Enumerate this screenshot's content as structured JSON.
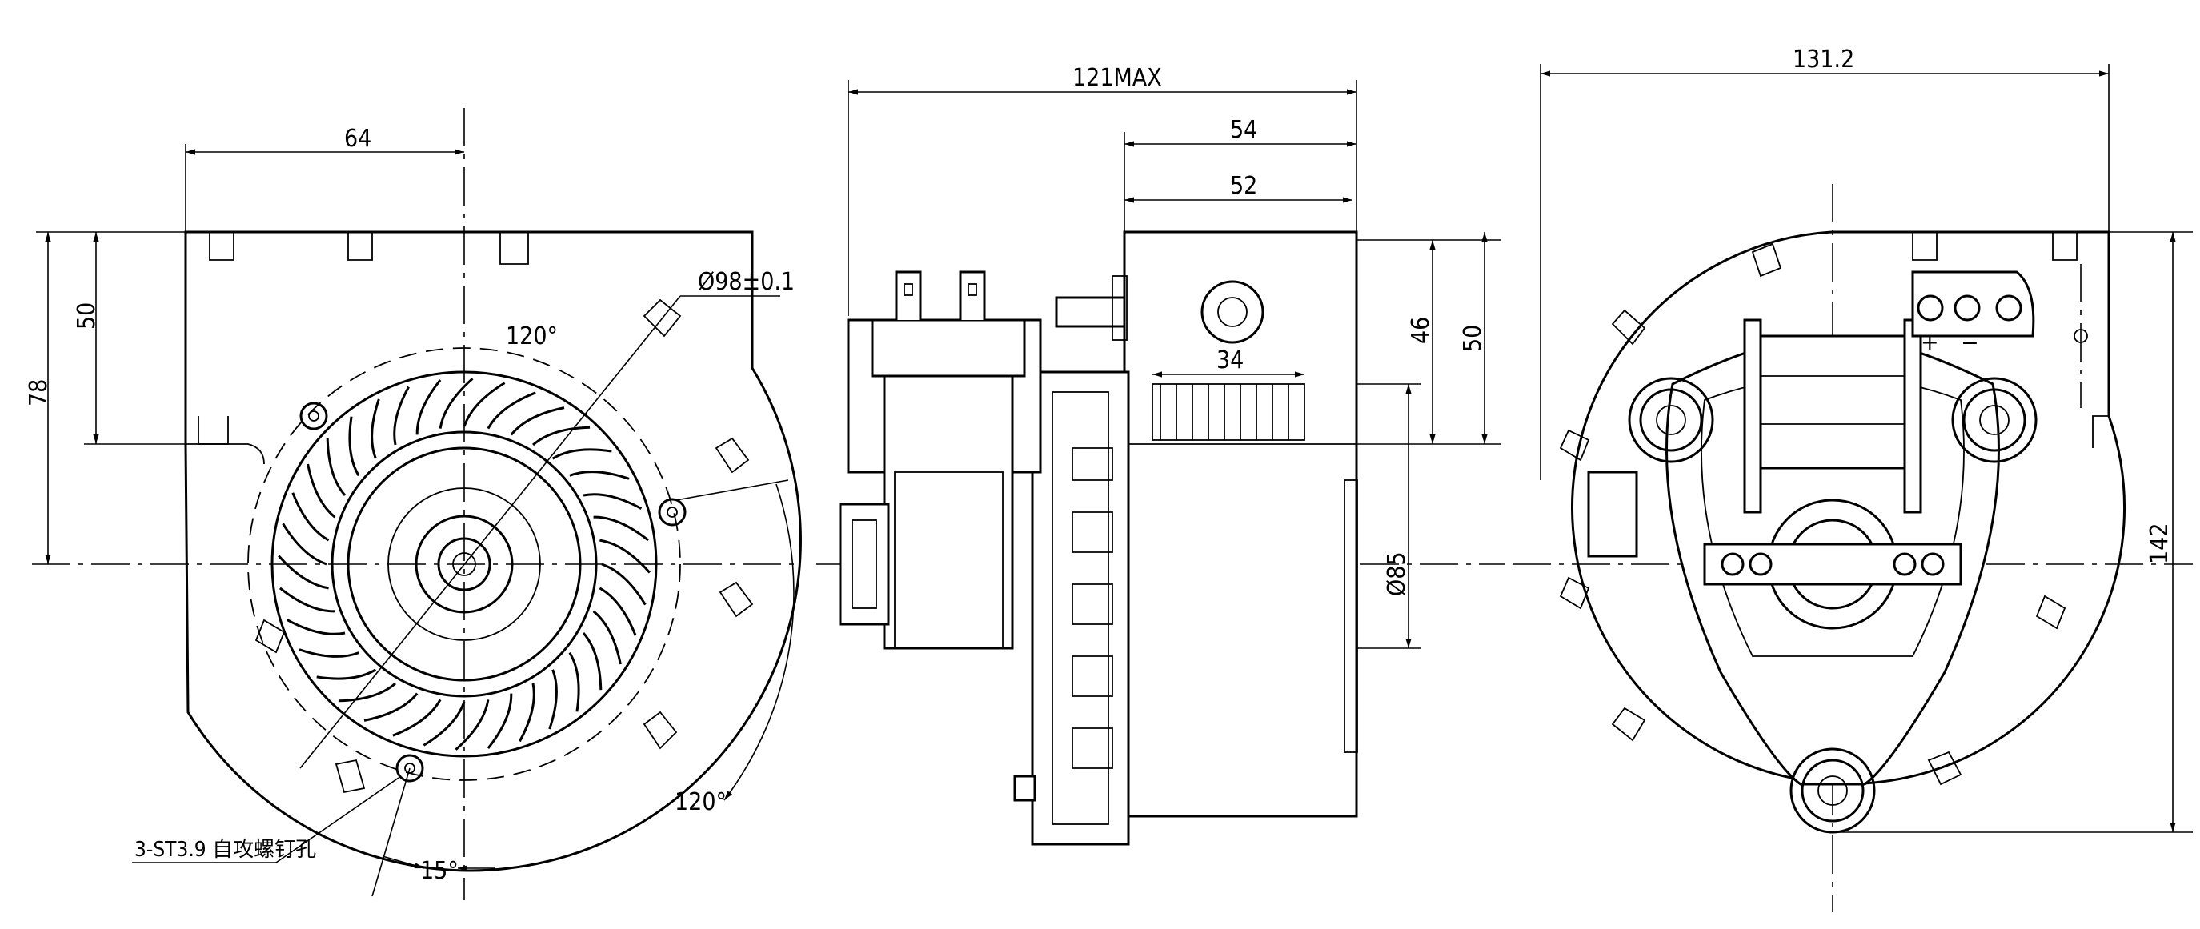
{
  "front_view": {
    "width_dim": "64",
    "height_dim_inner": "50",
    "height_dim_outer": "78",
    "diameter_dim": "Ø98±0.1",
    "angle_top": "120°",
    "angle_right": "120°",
    "angle_bottom": "15°",
    "screw_note": "3-ST3.9 自攻螺钉孔"
  },
  "side_view": {
    "overall_dim": "121MAX",
    "dim_54": "54",
    "dim_52": "52",
    "dim_34": "34",
    "dim_46": "46",
    "dim_50": "50",
    "dim_85": "Ø85"
  },
  "rear_view": {
    "width_dim": "131.2",
    "height_dim": "142",
    "terminal_plus": "+",
    "terminal_minus": "−"
  }
}
